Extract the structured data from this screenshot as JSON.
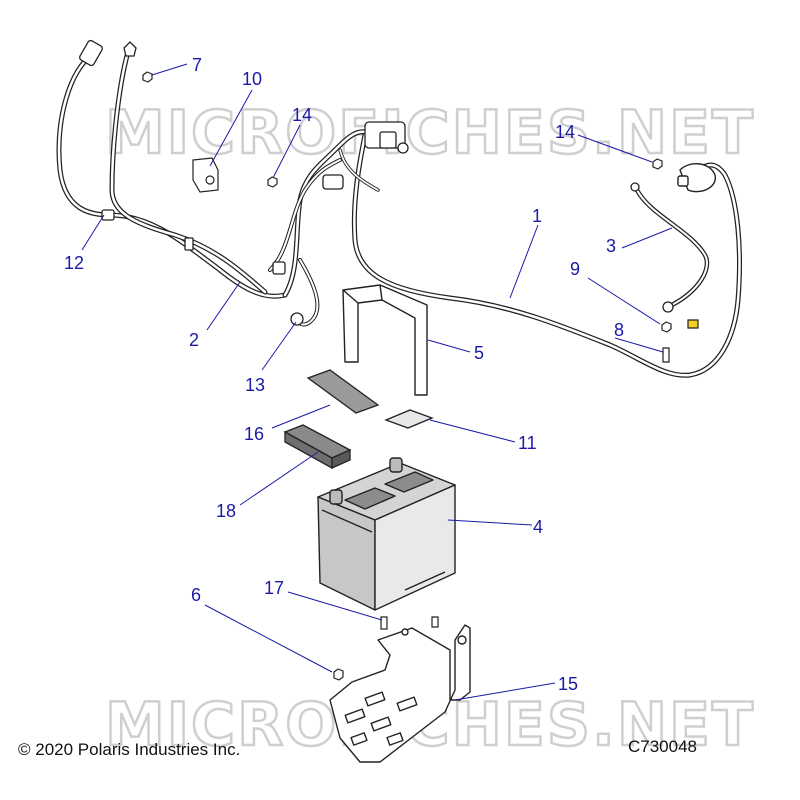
{
  "diagram": {
    "callout_color": "#1a1aa6",
    "line_color": "#1a1aa6",
    "stroke_color": "#222222",
    "callouts": [
      {
        "id": "1",
        "label": "1"
      },
      {
        "id": "2",
        "label": "2"
      },
      {
        "id": "3",
        "label": "3"
      },
      {
        "id": "4",
        "label": "4"
      },
      {
        "id": "5",
        "label": "5"
      },
      {
        "id": "6",
        "label": "6"
      },
      {
        "id": "7",
        "label": "7"
      },
      {
        "id": "8",
        "label": "8"
      },
      {
        "id": "9",
        "label": "9"
      },
      {
        "id": "10",
        "label": "10"
      },
      {
        "id": "11",
        "label": "11"
      },
      {
        "id": "12",
        "label": "12"
      },
      {
        "id": "13",
        "label": "13"
      },
      {
        "id": "14a",
        "label": "14"
      },
      {
        "id": "14b",
        "label": "14"
      },
      {
        "id": "15",
        "label": "15"
      },
      {
        "id": "16",
        "label": "16"
      },
      {
        "id": "17",
        "label": "17"
      },
      {
        "id": "18",
        "label": "18"
      }
    ]
  },
  "watermark": {
    "text": "MICROFICHES.NET"
  },
  "footer": {
    "copyright": "© 2020 Polaris Industries Inc.",
    "diagram_code": "C730048"
  }
}
